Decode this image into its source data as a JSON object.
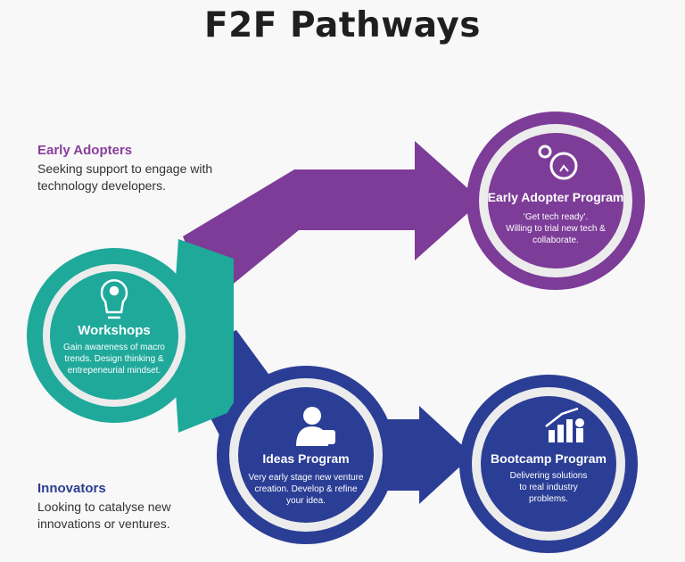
{
  "title": "F2F Pathways",
  "colors": {
    "purple": "#7d3c98",
    "teal": "#1fa99b",
    "navy": "#2b3e96",
    "text": "#1f1f1f"
  },
  "early_adopters": {
    "heading": "Early Adopters",
    "description": "Seeking support to engage with technology developers."
  },
  "innovators": {
    "heading": "Innovators",
    "description": "Looking to catalyse new innovations or ventures."
  },
  "nodes": {
    "workshops": {
      "icon": "lightbulb-person-icon",
      "title": "Workshops",
      "lines": [
        "Gain awareness of macro",
        "trends. Design thinking &",
        "entrepeneurial mindset."
      ]
    },
    "early_adopter_program": {
      "icon": "gear-runner-icon",
      "title": "Early Adopter Program",
      "lines": [
        "'Get tech ready'.",
        "Willing to trial new tech &",
        "collaborate."
      ]
    },
    "ideas_program": {
      "icon": "person-puzzle-icon",
      "title": "Ideas Program",
      "lines": [
        "Very early stage new venture",
        "creation. Develop & refine",
        "your idea."
      ]
    },
    "bootcamp_program": {
      "icon": "growth-chart-icon",
      "title": "Bootcamp Program",
      "lines": [
        "Delivering solutions",
        "to real industry",
        "problems."
      ]
    }
  }
}
